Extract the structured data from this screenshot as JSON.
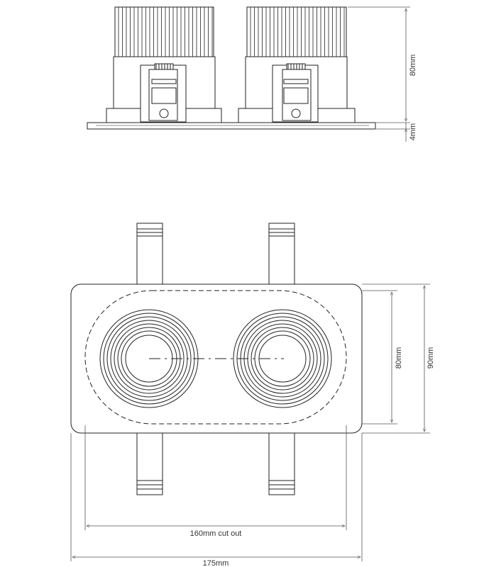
{
  "dimensions": {
    "side_height": "80mm",
    "side_plate": "4mm",
    "front_height_inner": "80mm",
    "front_height_outer": "90mm",
    "cutout_width": "160mm cut out",
    "overall_width": "175mm"
  },
  "colors": {
    "line": "#222222",
    "dim_line": "#555555",
    "fill": "#ffffff"
  }
}
